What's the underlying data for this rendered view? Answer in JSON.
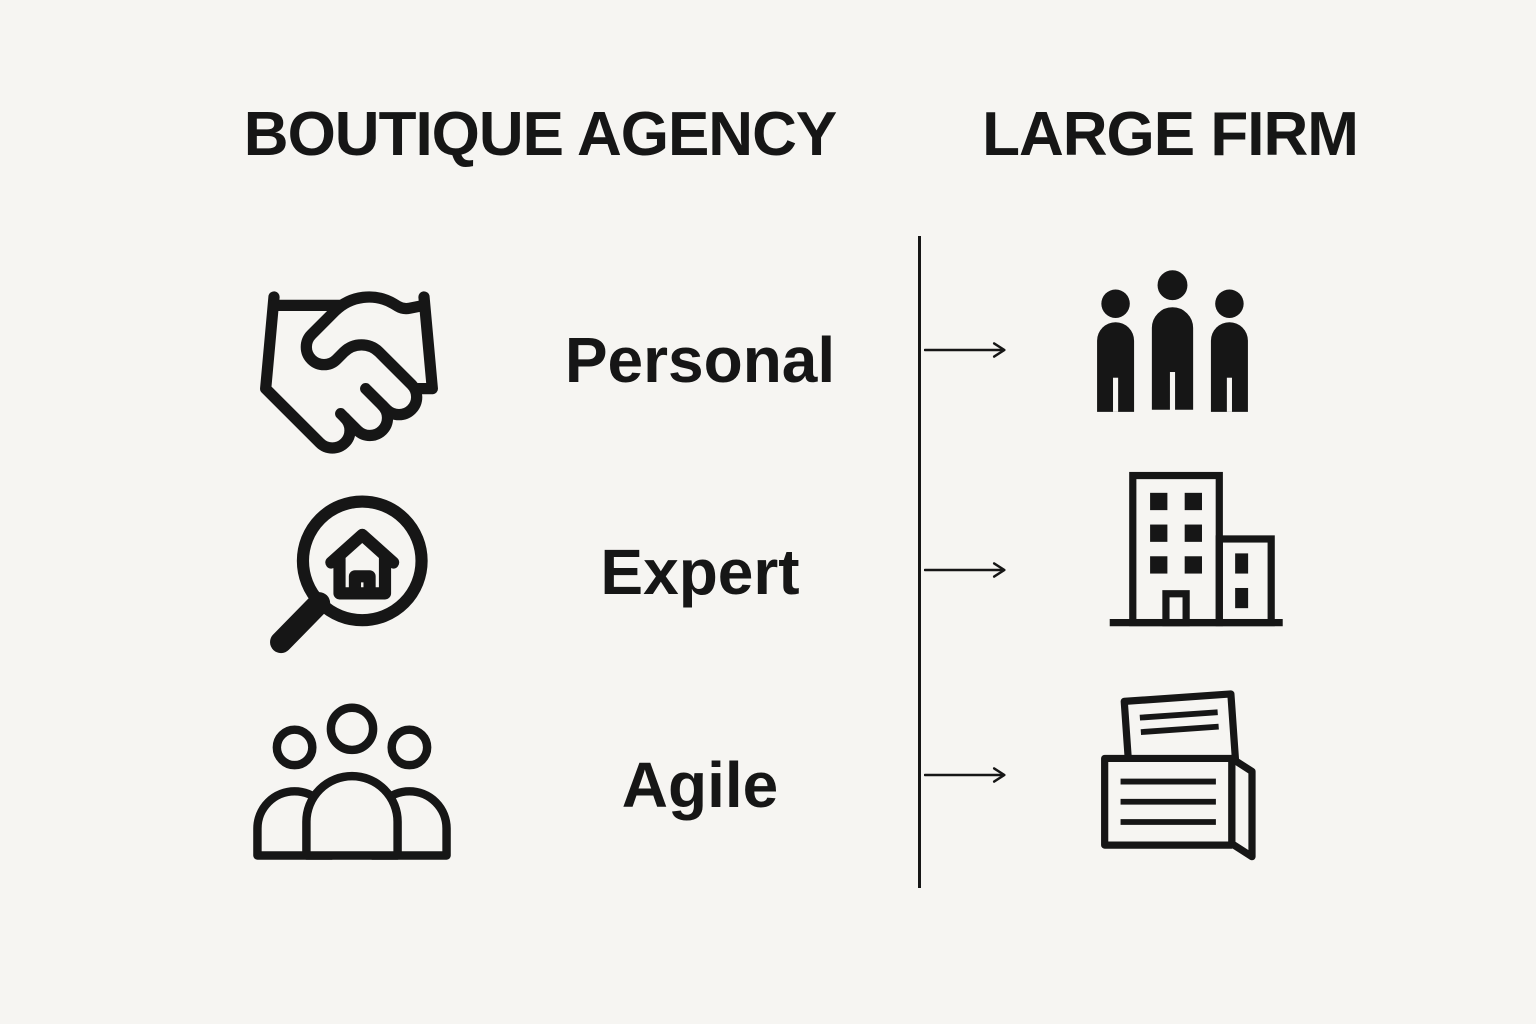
{
  "colors": {
    "background": "#f6f5f2",
    "ink": "#161616"
  },
  "header": {
    "left_title": "BOUTIQUE AGENCY",
    "right_title": "LARGE FIRM"
  },
  "rows": [
    {
      "label": "Personal",
      "left_icon": "handshake-icon",
      "right_icon": "people-group-solid-icon"
    },
    {
      "label": "Expert",
      "left_icon": "house-search-icon",
      "right_icon": "office-buildings-icon"
    },
    {
      "label": "Agile",
      "left_icon": "team-outline-icon",
      "right_icon": "document-box-icon"
    }
  ]
}
